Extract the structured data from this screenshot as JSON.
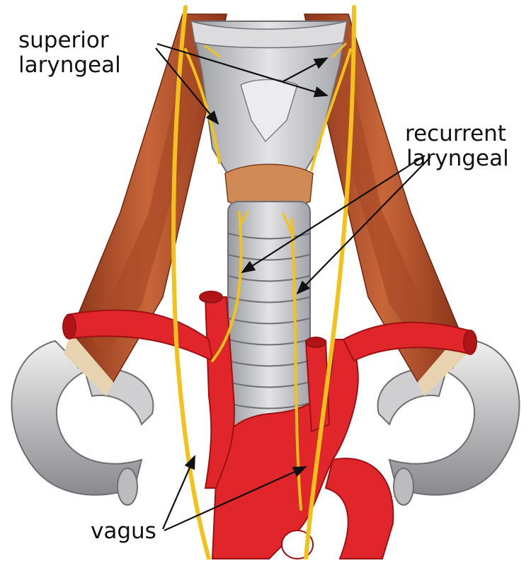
{
  "labels": {
    "superior_line1": "superior",
    "superior_line2": "laryngeal",
    "recurrent_line1": "recurrent",
    "recurrent_line2": "laryngeal",
    "vagus": "vagus"
  },
  "colors": {
    "nerve": "#f2c21b",
    "artery": "#e0262a",
    "artery_dark": "#b01417",
    "muscle": "#b9532c",
    "muscle_dark": "#7e2d17",
    "cartilage": "#c9c9cc",
    "cartilage_dark": "#8f9096",
    "vein": "#d4d4d6",
    "vein_dark": "#7b7b80",
    "arrow": "#111111"
  }
}
